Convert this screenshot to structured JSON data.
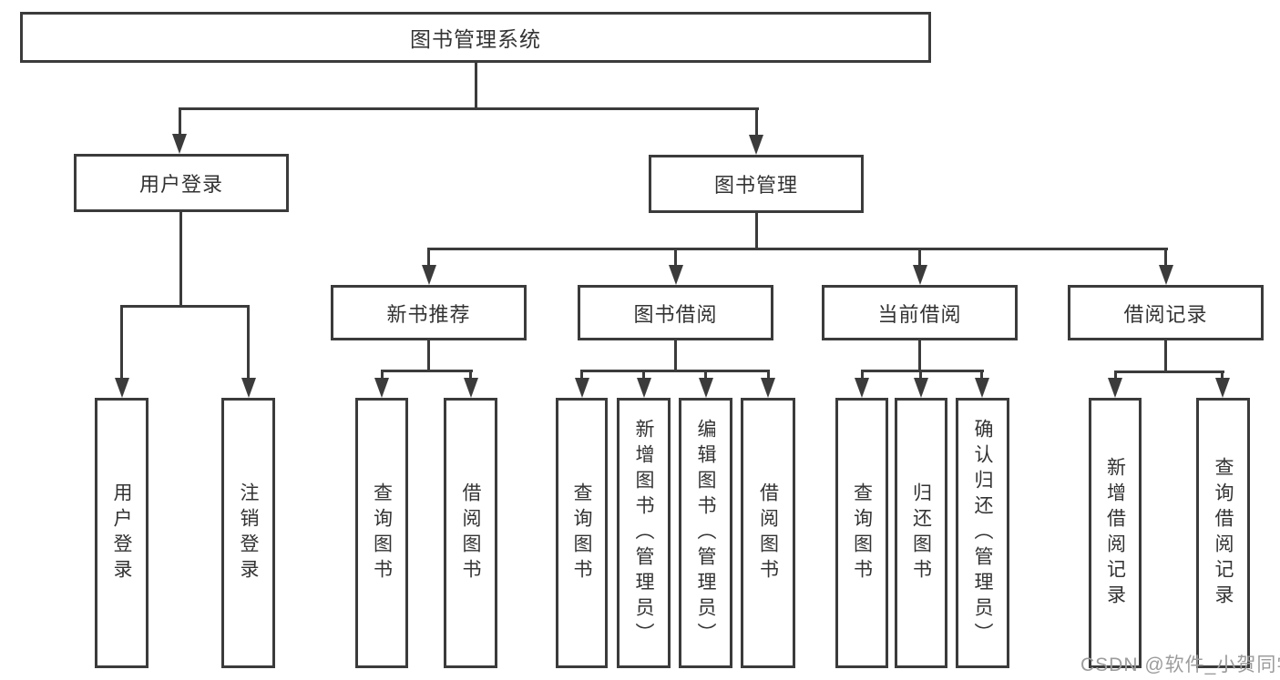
{
  "diagram": {
    "root": {
      "label": "图书管理系统"
    },
    "branches": [
      {
        "label": "用户登录",
        "children": [
          {
            "label": "用户登录"
          },
          {
            "label": "注销登录"
          }
        ]
      },
      {
        "label": "图书管理",
        "children": [
          {
            "label": "新书推荐",
            "children": [
              {
                "label": "查询图书"
              },
              {
                "label": "借阅图书"
              }
            ]
          },
          {
            "label": "图书借阅",
            "children": [
              {
                "label": "查询图书"
              },
              {
                "label": "新增图书（管理员）"
              },
              {
                "label": "编辑图书（管理员）"
              },
              {
                "label": "借阅图书"
              }
            ]
          },
          {
            "label": "当前借阅",
            "children": [
              {
                "label": "查询图书"
              },
              {
                "label": "归还图书"
              },
              {
                "label": "确认归还（管理员）"
              }
            ]
          },
          {
            "label": "借阅记录",
            "children": [
              {
                "label": "新增借阅记录"
              },
              {
                "label": "查询借阅记录"
              }
            ]
          }
        ]
      }
    ]
  },
  "watermark": "CSDN @软件_小贺同学",
  "colors": {
    "line": "#3b3b3b",
    "text": "#333333",
    "watermark": "#9c9c9c",
    "background": "#ffffff"
  }
}
